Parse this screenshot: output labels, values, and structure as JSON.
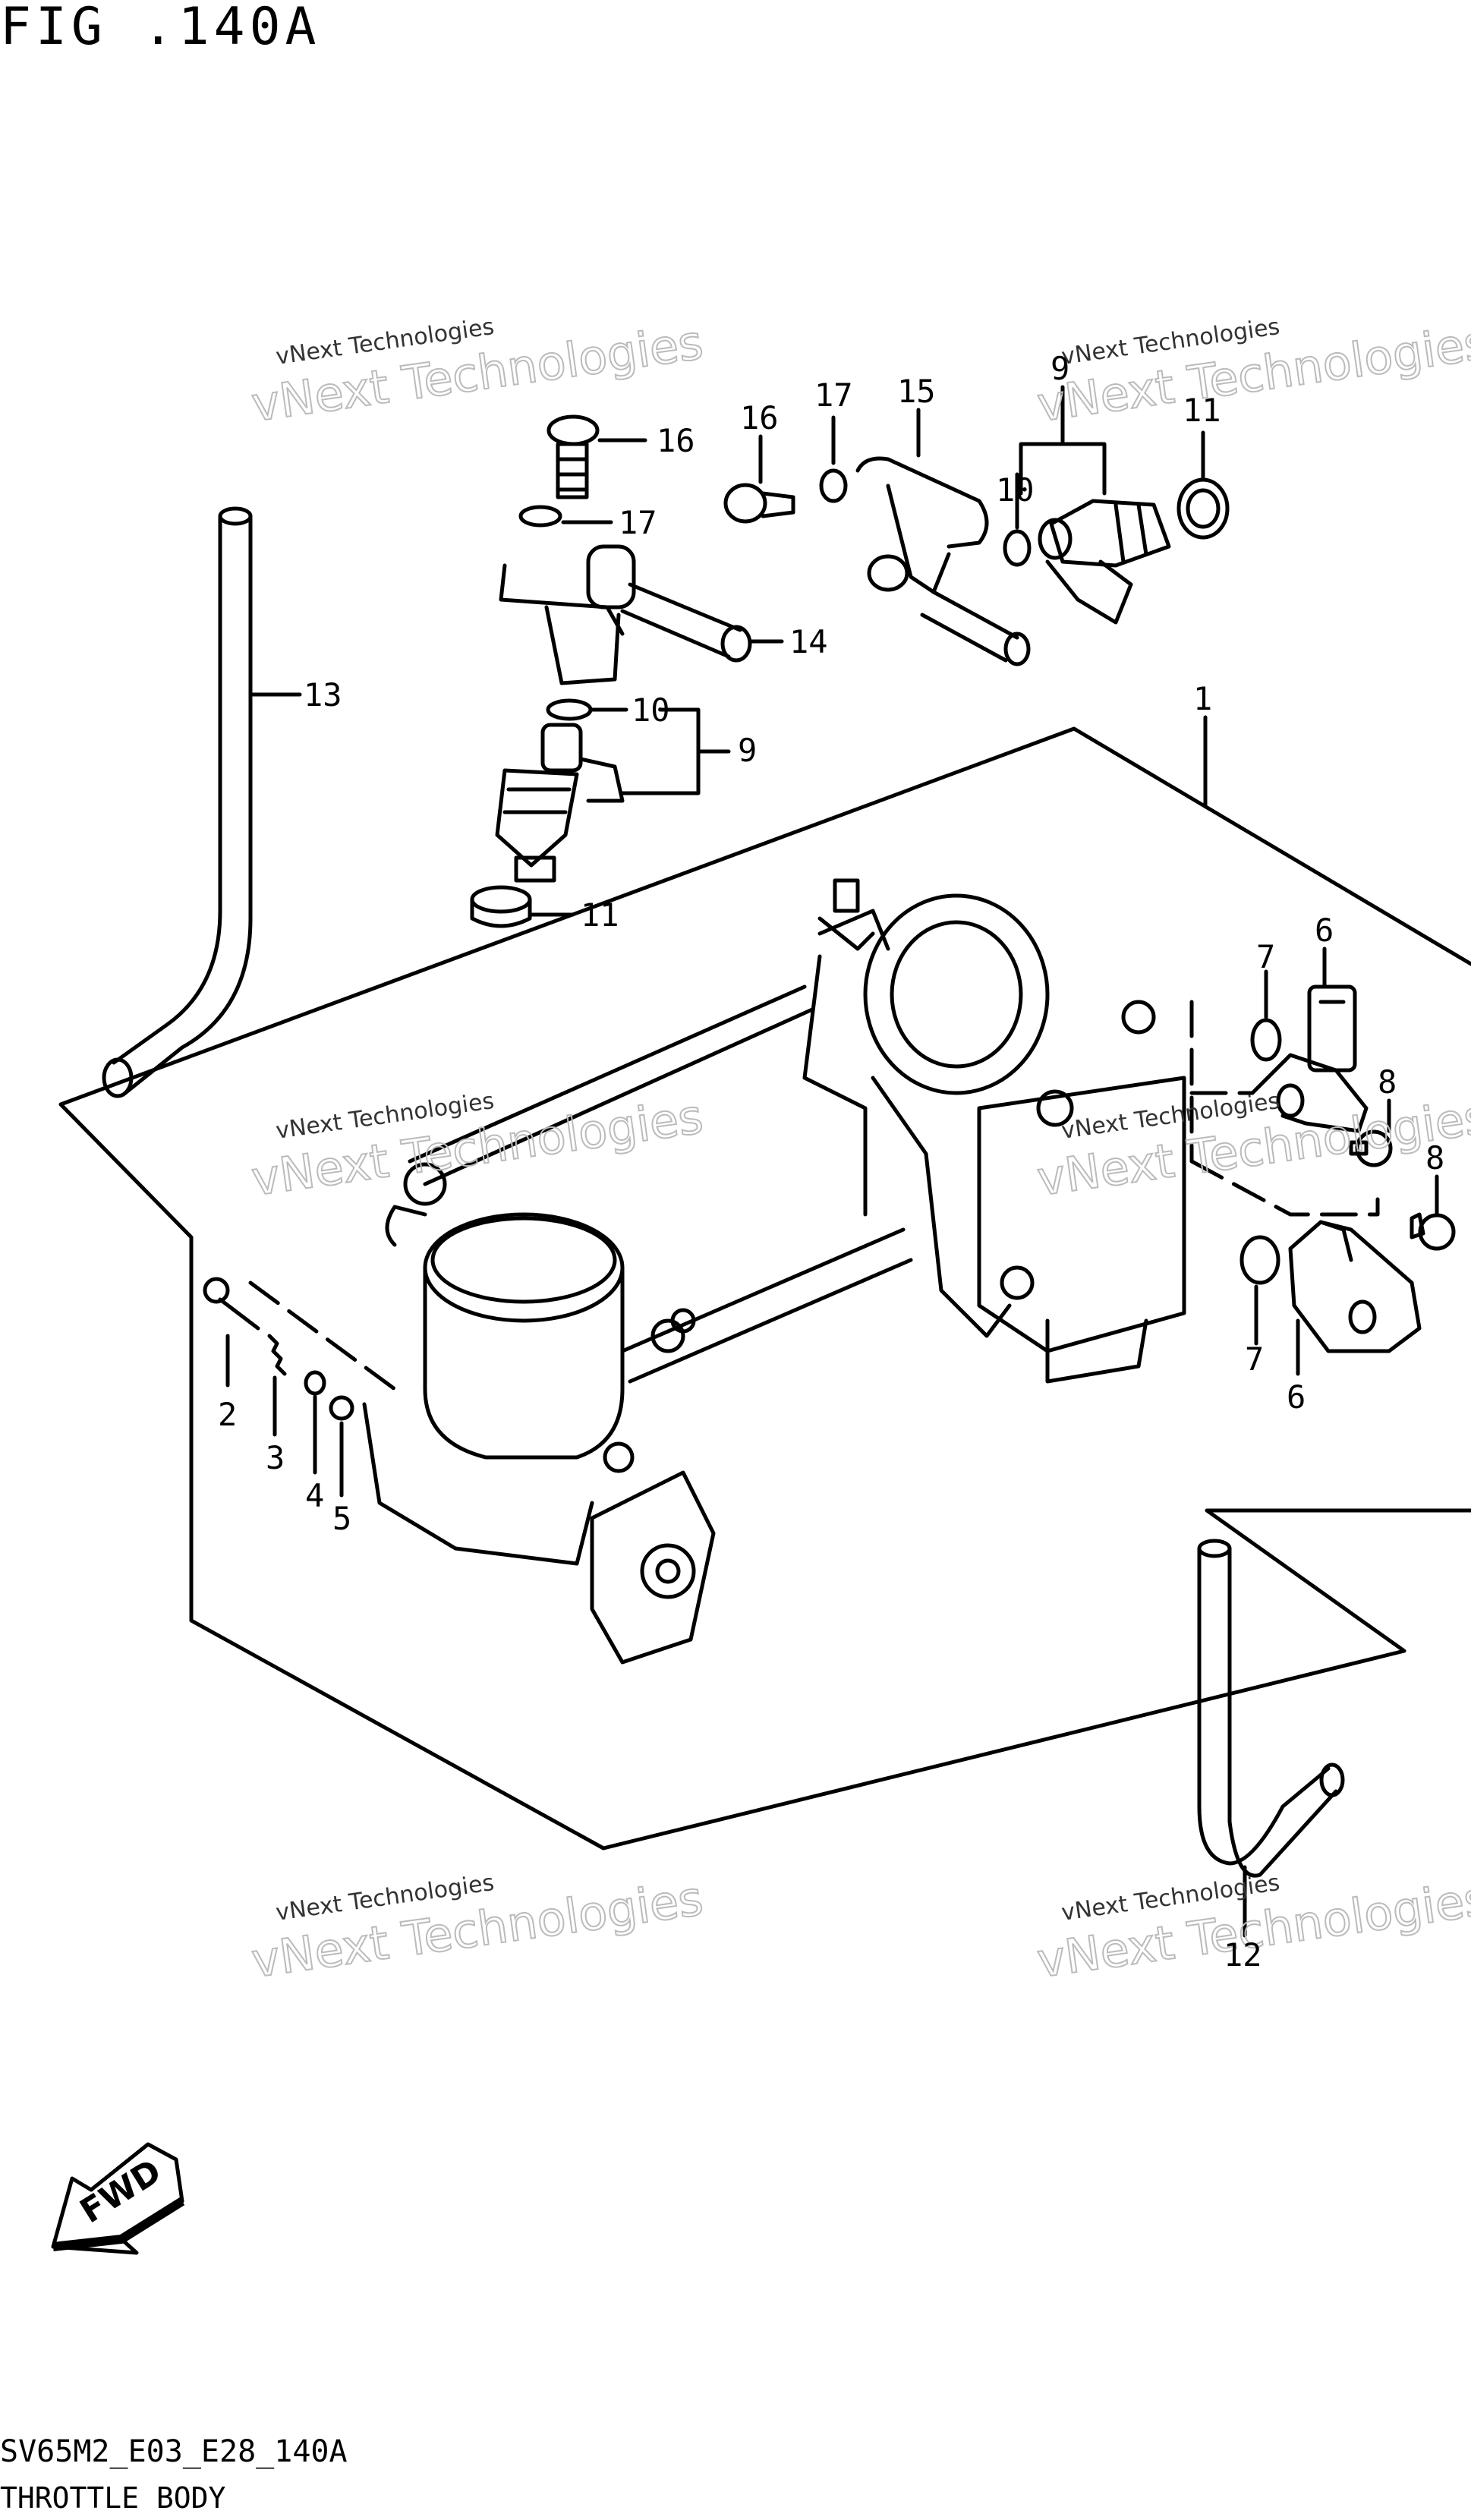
{
  "figure": {
    "title": "FIG .140A"
  },
  "footer": {
    "code": "SV65M2_E03_E28_140A",
    "name": "THROTTLE BODY"
  },
  "watermark": {
    "line1": "vNext Technologies",
    "line2": "vNext Technologies"
  },
  "fwd_label": "FWD",
  "callouts": {
    "c1": "1",
    "c2": "2",
    "c3": "3",
    "c4": "4",
    "c5": "5",
    "c6a": "6",
    "c6b": "6",
    "c7a": "7",
    "c7b": "7",
    "c8a": "8",
    "c8b": "8",
    "c9a": "9",
    "c9b": "9",
    "c10a": "10",
    "c10b": "10",
    "c11a": "11",
    "c11b": "11",
    "c12": "12",
    "c13": "13",
    "c14": "14",
    "c15": "15",
    "c16a": "16",
    "c16b": "16",
    "c17a": "17",
    "c17b": "17"
  }
}
